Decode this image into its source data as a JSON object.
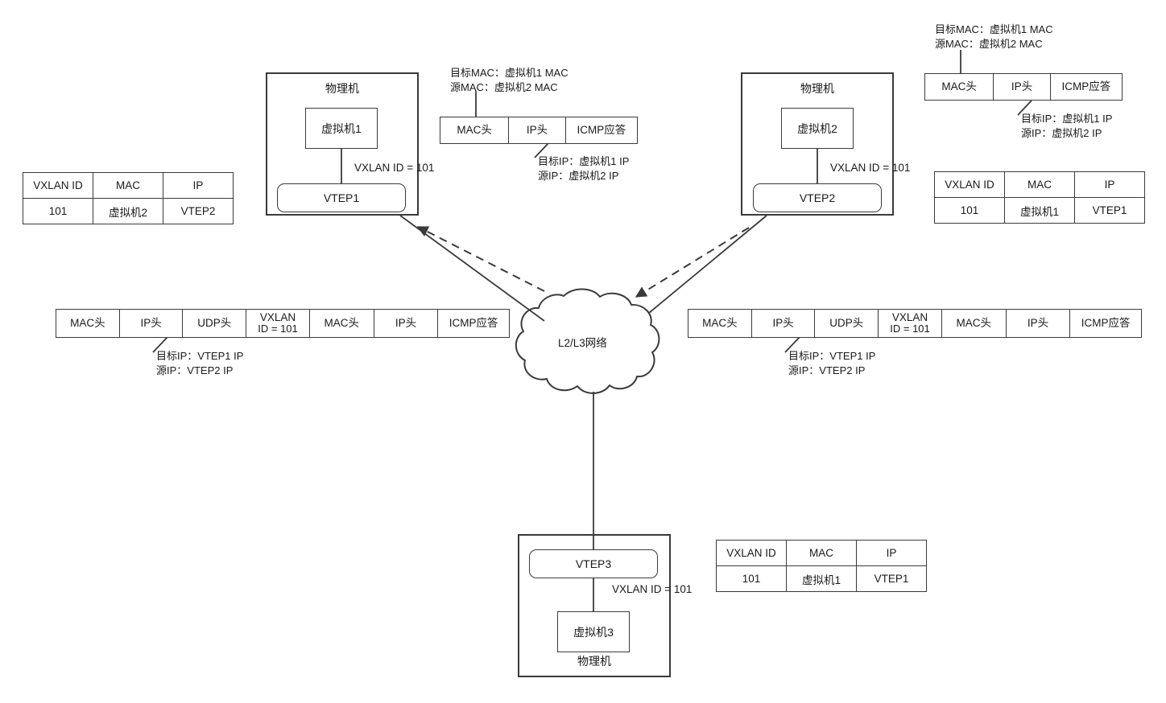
{
  "diagram": {
    "title": "VXLAN ICMP reply forwarding",
    "line_color": "#3a3a3a",
    "text_color": "#1a1a1a"
  },
  "cloud": {
    "label": "L2/L3网络"
  },
  "hosts": {
    "left": {
      "label": "物理机",
      "vm": "虚拟机1",
      "vtep": "VTEP1",
      "vxlan_tag": "VXLAN ID = 101"
    },
    "right": {
      "label": "物理机",
      "vm": "虚拟机2",
      "vtep": "VTEP2",
      "vxlan_tag": "VXLAN ID = 101"
    },
    "bottom": {
      "label": "物理机",
      "vm": "虚拟机3",
      "vtep": "VTEP3",
      "vxlan_tag": "VXLAN ID = 101"
    }
  },
  "packets": {
    "inner_left": {
      "cells": [
        "MAC头",
        "IP头",
        "ICMP应答"
      ],
      "mac_anno": [
        "目标MAC：虚拟机1 MAC",
        "源MAC：虚拟机2 MAC"
      ],
      "ip_anno": [
        "目标IP：虚拟机1 IP",
        "源IP：虚拟机2 IP"
      ]
    },
    "inner_right": {
      "cells": [
        "MAC头",
        "IP头",
        "ICMP应答"
      ],
      "mac_anno": [
        "目标MAC：虚拟机1 MAC",
        "源MAC：虚拟机2 MAC"
      ],
      "ip_anno": [
        "目标IP：虚拟机1 IP",
        "源IP：虚拟机2 IP"
      ]
    },
    "encap_left": {
      "cells": [
        {
          "line1": "MAC头",
          "line2": ""
        },
        {
          "line1": "IP头",
          "line2": ""
        },
        {
          "line1": "UDP头",
          "line2": ""
        },
        {
          "line1": "VXLAN",
          "line2": "ID = 101"
        },
        {
          "line1": "MAC头",
          "line2": ""
        },
        {
          "line1": "IP头",
          "line2": ""
        },
        {
          "line1": "ICMP应答",
          "line2": ""
        }
      ],
      "ip_anno": [
        "目标IP：VTEP1 IP",
        "源IP：VTEP2 IP"
      ]
    },
    "encap_right": {
      "cells": [
        {
          "line1": "MAC头",
          "line2": ""
        },
        {
          "line1": "IP头",
          "line2": ""
        },
        {
          "line1": "UDP头",
          "line2": ""
        },
        {
          "line1": "VXLAN",
          "line2": "ID = 101"
        },
        {
          "line1": "MAC头",
          "line2": ""
        },
        {
          "line1": "IP头",
          "line2": ""
        },
        {
          "line1": "ICMP应答",
          "line2": ""
        }
      ],
      "ip_anno": [
        "目标IP：VTEP1 IP",
        "源IP：VTEP2 IP"
      ]
    }
  },
  "tables": {
    "headers": [
      "VXLAN ID",
      "MAC",
      "IP"
    ],
    "left": {
      "row": [
        "101",
        "虚拟机2",
        "VTEP2"
      ]
    },
    "right_top": {
      "row": [
        "101",
        "虚拟机1",
        "VTEP1"
      ]
    },
    "bottom": {
      "row": [
        "101",
        "虚拟机1",
        "VTEP1"
      ]
    }
  }
}
